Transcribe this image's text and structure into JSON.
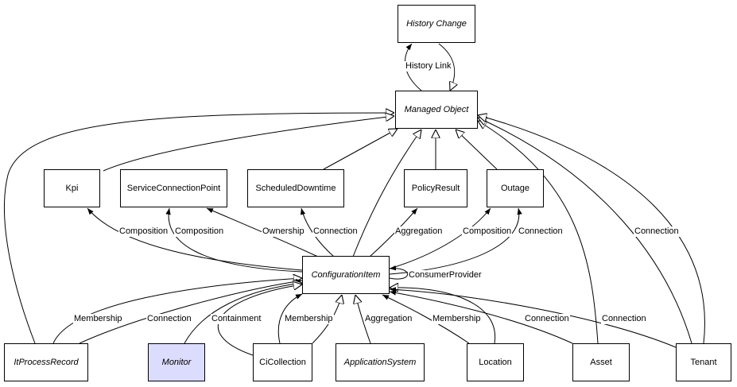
{
  "colors": {
    "highlight": "#dcdcff",
    "box": "#ffffff",
    "line": "#000000"
  },
  "nodes": {
    "history_change": {
      "label": "History Change",
      "abstract": true
    },
    "managed_object": {
      "label": "Managed Object",
      "abstract": true
    },
    "kpi": {
      "label": "Kpi"
    },
    "service_connection_point": {
      "label": "ServiceConnectionPoint"
    },
    "scheduled_downtime": {
      "label": "ScheduledDowntime"
    },
    "policy_result": {
      "label": "PolicyResult"
    },
    "outage": {
      "label": "Outage"
    },
    "configuration_item": {
      "label": "ConfigurationItem",
      "abstract": true
    },
    "it_process_record": {
      "label": "ItProcessRecord",
      "abstract": true
    },
    "monitor": {
      "label": "Monitor",
      "abstract": true,
      "highlighted": true
    },
    "ci_collection": {
      "label": "CiCollection"
    },
    "application_system": {
      "label": "ApplicationSystem",
      "abstract": true
    },
    "location": {
      "label": "Location"
    },
    "asset": {
      "label": "Asset"
    },
    "tenant": {
      "label": "Tenant"
    }
  },
  "edge_labels": {
    "history_link": "History Link",
    "kpi_composition": "Composition",
    "scp_composition": "Composition",
    "sd_ownership": "Ownership",
    "sd_connection": "Connection",
    "pr_aggregation": "Aggregation",
    "outage_composition": "Composition",
    "outage_connection": "Connection",
    "consumer_provider": "ConsumerProvider",
    "itpr_membership": "Membership",
    "itpr_connection": "Connection",
    "monitor_containment": "Containment",
    "cic_membership": "Membership",
    "as_aggregation": "Aggregation",
    "loc_membership": "Membership",
    "asset_connection": "Connection",
    "tenant_connection_1": "Connection",
    "tenant_connection_2": "Connection"
  }
}
